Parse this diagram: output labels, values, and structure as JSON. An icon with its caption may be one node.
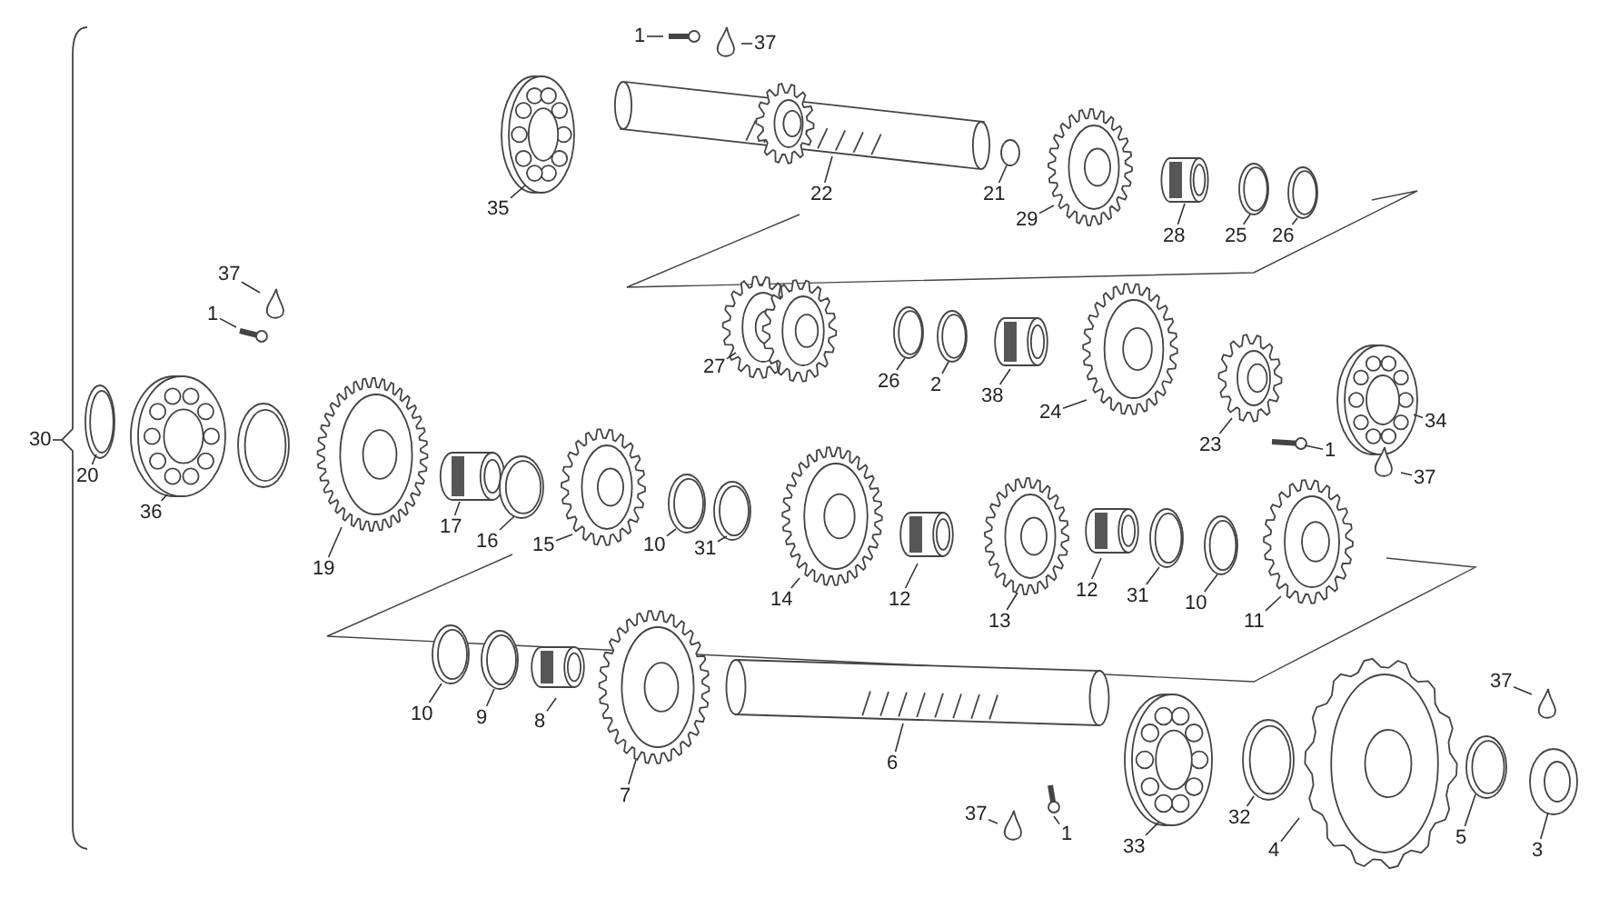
{
  "diagram": {
    "nodes": [
      {
        "text": [
          "1"
        ]
      },
      {
        "text": [
          "37"
        ]
      },
      {
        "text": [
          "35"
        ]
      },
      {
        "text": [
          "22"
        ]
      },
      {
        "text": [
          "21"
        ]
      },
      {
        "text": [
          "29"
        ]
      },
      {
        "text": [
          "28"
        ]
      },
      {
        "text": [
          "25"
        ]
      },
      {
        "text": [
          "26"
        ]
      },
      {
        "text": [
          "37"
        ]
      },
      {
        "text": [
          "1"
        ]
      },
      {
        "text": [
          "27"
        ]
      },
      {
        "text": [
          "26"
        ]
      },
      {
        "text": [
          "2"
        ]
      },
      {
        "text": [
          "38"
        ]
      },
      {
        "text": [
          "24"
        ]
      },
      {
        "text": [
          "23"
        ]
      },
      {
        "text": [
          "1"
        ]
      },
      {
        "text": [
          "34"
        ]
      },
      {
        "text": [
          "37"
        ]
      },
      {
        "text": [
          "30"
        ]
      },
      {
        "text": [
          "20"
        ]
      },
      {
        "text": [
          "36"
        ]
      },
      {
        "text": [
          "19"
        ]
      },
      {
        "text": [
          "17"
        ]
      },
      {
        "text": [
          "16"
        ]
      },
      {
        "text": [
          "15"
        ]
      },
      {
        "text": [
          "10"
        ]
      },
      {
        "text": [
          "31"
        ]
      },
      {
        "text": [
          "14"
        ]
      },
      {
        "text": [
          "12"
        ]
      },
      {
        "text": [
          "13"
        ]
      },
      {
        "text": [
          "12"
        ]
      },
      {
        "text": [
          "31"
        ]
      },
      {
        "text": [
          "10"
        ]
      },
      {
        "text": [
          "11"
        ]
      },
      {
        "text": [
          "10"
        ]
      },
      {
        "text": [
          "9"
        ]
      },
      {
        "text": [
          "8"
        ]
      },
      {
        "text": [
          "7"
        ]
      },
      {
        "text": [
          "6"
        ]
      },
      {
        "text": [
          "37"
        ]
      },
      {
        "text": [
          "37"
        ]
      },
      {
        "text": [
          "1"
        ]
      },
      {
        "text": [
          "33"
        ]
      },
      {
        "text": [
          "32"
        ]
      },
      {
        "text": [
          "4"
        ]
      },
      {
        "text": [
          "5"
        ]
      },
      {
        "text": [
          "3"
        ]
      }
    ],
    "edges": [
      {
        "from": 0,
        "to": null,
        "arrow": "none"
      },
      {
        "from": 1,
        "to": null,
        "arrow": "none"
      },
      {
        "from": 2,
        "to": null,
        "arrow": "none"
      },
      {
        "from": 3,
        "to": null,
        "arrow": "none"
      },
      {
        "from": 4,
        "to": null,
        "arrow": "none"
      },
      {
        "from": 5,
        "to": null,
        "arrow": "none"
      },
      {
        "from": 6,
        "to": null,
        "arrow": "none"
      },
      {
        "from": 7,
        "to": null,
        "arrow": "none"
      },
      {
        "from": 8,
        "to": null,
        "arrow": "none"
      },
      {
        "from": 9,
        "to": null,
        "arrow": "none"
      },
      {
        "from": 10,
        "to": null,
        "arrow": "none"
      },
      {
        "from": 11,
        "to": null,
        "arrow": "none"
      },
      {
        "from": 12,
        "to": null,
        "arrow": "none"
      },
      {
        "from": 13,
        "to": null,
        "arrow": "none"
      },
      {
        "from": 14,
        "to": null,
        "arrow": "none"
      },
      {
        "from": 15,
        "to": null,
        "arrow": "none"
      },
      {
        "from": 16,
        "to": null,
        "arrow": "none"
      },
      {
        "from": 17,
        "to": null,
        "arrow": "none"
      },
      {
        "from": 18,
        "to": null,
        "arrow": "none"
      },
      {
        "from": 19,
        "to": null,
        "arrow": "none"
      },
      {
        "from": 20,
        "to": null,
        "arrow": "none"
      },
      {
        "from": 21,
        "to": null,
        "arrow": "none"
      },
      {
        "from": 22,
        "to": null,
        "arrow": "none"
      },
      {
        "from": 23,
        "to": null,
        "arrow": "none"
      },
      {
        "from": 24,
        "to": null,
        "arrow": "none"
      },
      {
        "from": 25,
        "to": null,
        "arrow": "none"
      },
      {
        "from": 26,
        "to": null,
        "arrow": "none"
      },
      {
        "from": 27,
        "to": null,
        "arrow": "none"
      },
      {
        "from": 28,
        "to": null,
        "arrow": "none"
      },
      {
        "from": 29,
        "to": null,
        "arrow": "none"
      },
      {
        "from": 30,
        "to": null,
        "arrow": "none"
      },
      {
        "from": 31,
        "to": null,
        "arrow": "none"
      },
      {
        "from": 32,
        "to": null,
        "arrow": "none"
      },
      {
        "from": 33,
        "to": null,
        "arrow": "none"
      },
      {
        "from": 34,
        "to": null,
        "arrow": "none"
      },
      {
        "from": 35,
        "to": null,
        "arrow": "none"
      },
      {
        "from": 36,
        "to": null,
        "arrow": "none"
      },
      {
        "from": 37,
        "to": null,
        "arrow": "none"
      },
      {
        "from": 38,
        "to": null,
        "arrow": "none"
      },
      {
        "from": 39,
        "to": null,
        "arrow": "none"
      },
      {
        "from": 40,
        "to": null,
        "arrow": "none"
      },
      {
        "from": 41,
        "to": null,
        "arrow": "none"
      },
      {
        "from": 42,
        "to": null,
        "arrow": "none"
      },
      {
        "from": 43,
        "to": null,
        "arrow": "none"
      },
      {
        "from": 44,
        "to": null,
        "arrow": "none"
      },
      {
        "from": 45,
        "to": null,
        "arrow": "none"
      },
      {
        "from": 46,
        "to": null,
        "arrow": "none"
      },
      {
        "from": 47,
        "to": null,
        "arrow": "none"
      },
      {
        "from": 48,
        "to": null,
        "arrow": "none"
      }
    ]
  }
}
